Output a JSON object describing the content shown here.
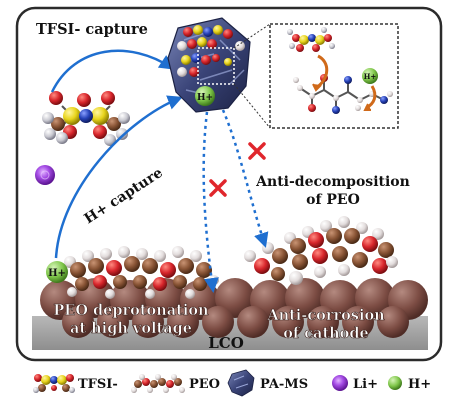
{
  "panel": {
    "tfsi_capture": "TFSI- capture",
    "h_capture": "H+ capture",
    "anti_decomposition_line1": "Anti-decomposition",
    "anti_decomposition_line2": "of PEO",
    "deprotonation_line1": "PEO deprotonation",
    "deprotonation_line2": "at high voltage",
    "anti_corrosion_line1": "Anti-corrosion",
    "anti_corrosion_line2": "of cathode",
    "lco": "LCO",
    "h_ion": "H+"
  },
  "legend": {
    "tfsi": "TFSI-",
    "peo": "PEO",
    "pams": "PA-MS",
    "li": "Li+",
    "h": "H+"
  },
  "colors": {
    "panel_border": "#2b2b2b",
    "arrow_blue": "#1f6fd0",
    "cross_red": "#e0262c",
    "lco_sphere": "#8a5a50",
    "h_green": "#7fc64a",
    "li_purple": "#8b2fc9",
    "oxygen_red": "#d8262c",
    "carbon_brown": "#8a5536",
    "hydrogen_white": "#e6e2e2",
    "sulfur_yellow": "#e8d41c",
    "nitrogen_blue": "#2642b8"
  }
}
